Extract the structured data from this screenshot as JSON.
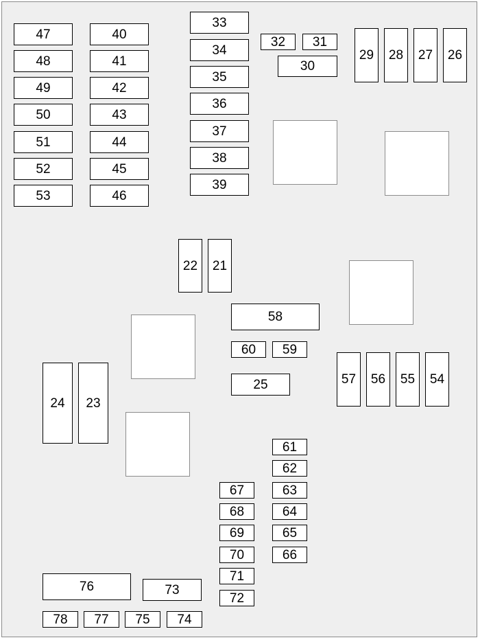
{
  "diagram": {
    "background_color": "#efefef",
    "box_color": "#ffffff",
    "border_color": "#000000",
    "relay_border_color": "#8c8c8c"
  },
  "fuses": [
    "47",
    "48",
    "49",
    "50",
    "51",
    "52",
    "53",
    "40",
    "41",
    "42",
    "43",
    "44",
    "45",
    "46",
    "33",
    "34",
    "35",
    "36",
    "37",
    "38",
    "39",
    "32",
    "31",
    "30",
    "29",
    "28",
    "27",
    "26",
    "22",
    "21",
    "58",
    "60",
    "59",
    "25",
    "24",
    "23",
    "57",
    "56",
    "55",
    "54",
    "61",
    "62",
    "63",
    "64",
    "65",
    "66",
    "67",
    "68",
    "69",
    "70",
    "71",
    "72",
    "76",
    "73",
    "78",
    "77",
    "75",
    "74"
  ],
  "relays": [
    "relay-1",
    "relay-2",
    "relay-3",
    "relay-4",
    "relay-5"
  ]
}
